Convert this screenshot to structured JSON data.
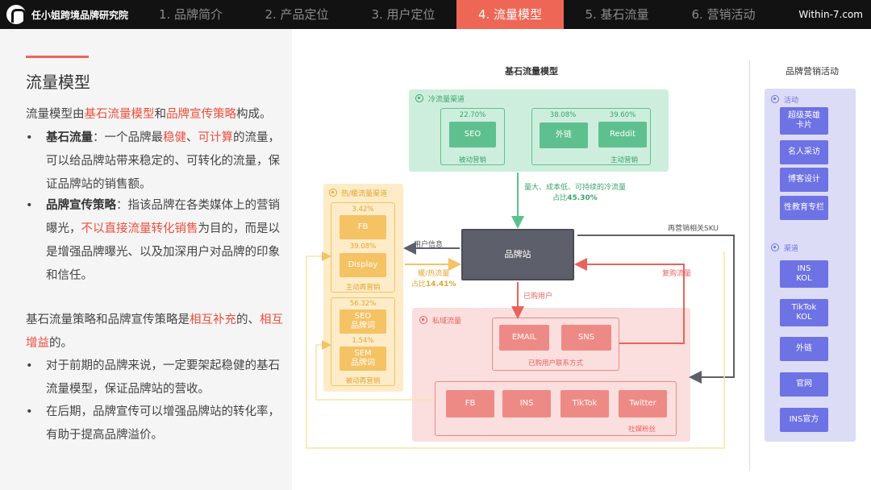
{
  "header": {
    "brand_name": "任小姐跨境品牌研究院",
    "tabs": [
      "1. 品牌简介",
      "2. 产品定位",
      "3. 用户定位",
      "4. 流量模型",
      "5. 基石流量",
      "6. 营销活动"
    ],
    "active_tab": 3,
    "site": "Within-7.com"
  },
  "left": {
    "title": "流量模型",
    "intro": {
      "a": "流量模型由",
      "b": "基石流量模型",
      "c": "和",
      "d": "品牌宣传策略",
      "e": "构成。"
    },
    "bullet1": {
      "label": "基石流量",
      "t1": "：一个品牌最",
      "h1": "稳健",
      "t2": "、",
      "h2": "可计算",
      "t3": "的流量，可以给品牌站带来稳定的、可转化的流量，保证品牌站的销售额。"
    },
    "bullet2": {
      "label": "品牌宣传策略",
      "t1": "：指该品牌在各类媒体上的营销曝光，",
      "h1": "不以直接流量转化销售",
      "t2": "为目的，而是以是增强品牌曝光、以及加深用户对品牌的印象和信任。"
    },
    "para2": {
      "a": "基石流量策略和品牌宣传策略是",
      "b": "相互补充",
      "c": "的、",
      "d": "相互增益",
      "e": "的。"
    },
    "bullet3": "对于前期的品牌来说，一定要架起稳健的基石流量模型，保证品牌站的营收。",
    "bullet4": "在后期，品牌宣传可以增强品牌站的转化率，有助于提高品牌溢价。",
    "bullet_symbol": "•"
  },
  "diagram": {
    "title": "基石流量模型",
    "cold": {
      "title": "冷流量渠道",
      "passive": {
        "pct": "22.70%",
        "chip": "SEO",
        "label": "被动营销"
      },
      "active": {
        "pct1": "38.08%",
        "chip1": "外链",
        "pct2": "39.60%",
        "chip2": "Reddit",
        "label": "主动营销"
      }
    },
    "cold_note": {
      "line1": "量大、成本低、可持续的冷流量",
      "line2a": "占比",
      "line2b": "45.30%"
    },
    "warm": {
      "title": "热/暖流量渠道",
      "active": {
        "pct1": "3.42%",
        "chip1": "FB",
        "pct2": "39.08%",
        "chip2": "Display",
        "label": "主动再营销"
      },
      "passive": {
        "pct1": "56.32%",
        "chip1a": "SEO",
        "chip1b": "品牌词",
        "pct2": "1.54%",
        "chip2a": "SEM",
        "chip2b": "品牌词",
        "label": "被动再营销"
      }
    },
    "hub": "品牌站",
    "user_info": "用户信息",
    "warm_note": {
      "line1": "暖/热流量",
      "line2a": "占比",
      "line2b": "14.41%"
    },
    "remarketing": "再营销相关SKU",
    "repurchase": "复购流量",
    "purchased": "已购用户",
    "private": {
      "title": "私域流量",
      "contacts": {
        "chip1": "EMAIL",
        "chip2": "SNS",
        "label": "已购用户联系方式"
      },
      "social": {
        "chips": [
          "FB",
          "INS",
          "TikTok",
          "Twitter"
        ],
        "label": "社媒粉丝"
      }
    }
  },
  "marketing": {
    "title": "品牌营销活动",
    "activities": {
      "title": "活动",
      "items": [
        [
          "超级英雄",
          "卡片"
        ],
        [
          "名人采访"
        ],
        [
          "博客设计"
        ],
        [
          "性教育专栏"
        ]
      ]
    },
    "channels": {
      "title": "渠道",
      "items": [
        [
          "INS",
          "KOL"
        ],
        [
          "TikTok",
          "KOL"
        ],
        [
          "外链"
        ],
        [
          "官网"
        ],
        [
          "INS官方"
        ]
      ]
    }
  },
  "colors": {
    "accent": "#ee6655",
    "cold_bg": "#cdeedd",
    "cold_chip": "#5ec08e",
    "cold_text": "#3aa46d",
    "warm_bg": "#fdecc7",
    "warm_chip": "#f5c264",
    "warm_text": "#e2a531",
    "private_bg": "#fbdede",
    "private_chip": "#ee8a86",
    "private_text": "#e8635d",
    "hub": "#5d5f6a",
    "market_bg": "#dcdcf6",
    "market_chip": "#6d72e4"
  }
}
